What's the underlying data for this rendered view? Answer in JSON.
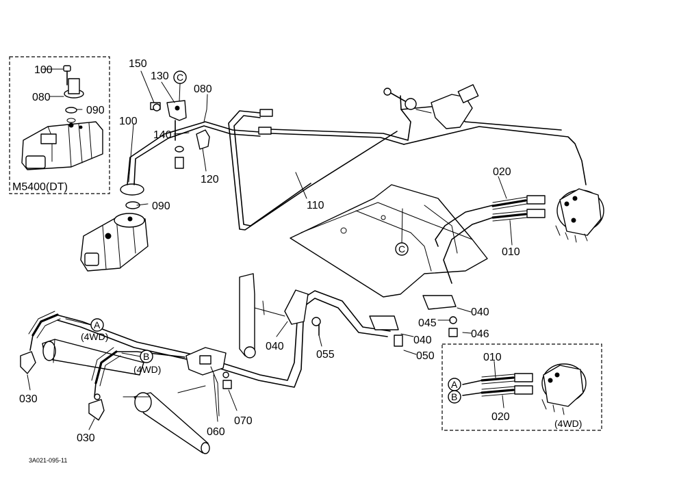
{
  "inset_top_left": {
    "model_label": "M5400(DT)"
  },
  "inset_bottom_right": {
    "variant_label": "(4WD)"
  },
  "part_labels": {
    "p100a": "100",
    "p080": "080",
    "p090a": "090",
    "p150": "150",
    "p130": "130",
    "p080b": "080",
    "p100b": "100",
    "p140": "140",
    "p120": "120",
    "p090b": "090",
    "p110": "110",
    "p020": "020",
    "p010": "010",
    "p040a": "040",
    "p045": "045",
    "p046": "046",
    "p040b": "040",
    "p050": "050",
    "p040c": "040",
    "p055": "055",
    "p030a": "030",
    "p030b": "030",
    "p060": "060",
    "p070": "070",
    "p010b": "010",
    "p020b": "020"
  },
  "callouts": {
    "c_top": "C",
    "c_mid": "C",
    "a_left": "A",
    "b_left": "B",
    "a_right": "A",
    "b_right": "B"
  },
  "variant_notes": {
    "a_left": "(4WD)",
    "b_left": "(4WD)"
  },
  "drawing_code": "3A021-095-11"
}
